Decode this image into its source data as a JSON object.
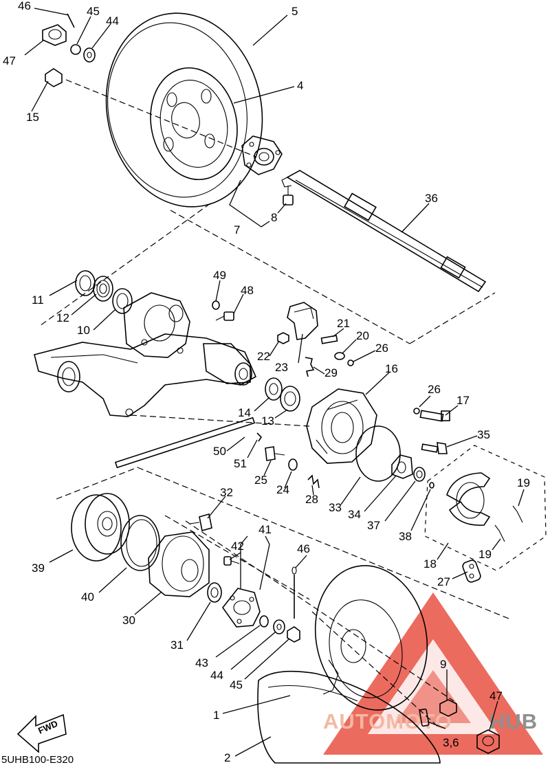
{
  "diagram_code": "5UHB100-E320",
  "fwd_label": "FWD",
  "watermark": {
    "part1": "AUTOMOTO",
    "part2": "HUB",
    "accent_color": "#e84a3c",
    "gray_color": "#8f8f8f"
  },
  "callouts": {
    "c46a": "46",
    "c45a": "45",
    "c44a": "44",
    "c5": "5",
    "c47a": "47",
    "c15": "15",
    "c4": "4",
    "c36": "36",
    "c7": "7",
    "c8": "8",
    "c49": "49",
    "c48": "48",
    "c11": "11",
    "c12": "12",
    "c10": "10",
    "c21": "21",
    "c20": "20",
    "c26a": "26",
    "c22": "22",
    "c23": "23",
    "c29": "29",
    "c16": "16",
    "c26b": "26",
    "c17": "17",
    "c14": "14",
    "c13": "13",
    "c35": "35",
    "c50": "50",
    "c51": "51",
    "c25": "25",
    "c24": "24",
    "c28": "28",
    "c33": "33",
    "c34": "34",
    "c37": "37",
    "c38": "38",
    "c19a": "19",
    "c19b": "19",
    "c18": "18",
    "c27": "27",
    "c32": "32",
    "c41": "41",
    "c42": "42",
    "c39": "39",
    "c40": "40",
    "c30": "30",
    "c46b": "46",
    "c31": "31",
    "c43": "43",
    "c44b": "44",
    "c45b": "45",
    "c9": "9",
    "c47b": "47",
    "c1": "1",
    "c36_6": "3,6",
    "c2": "2"
  }
}
